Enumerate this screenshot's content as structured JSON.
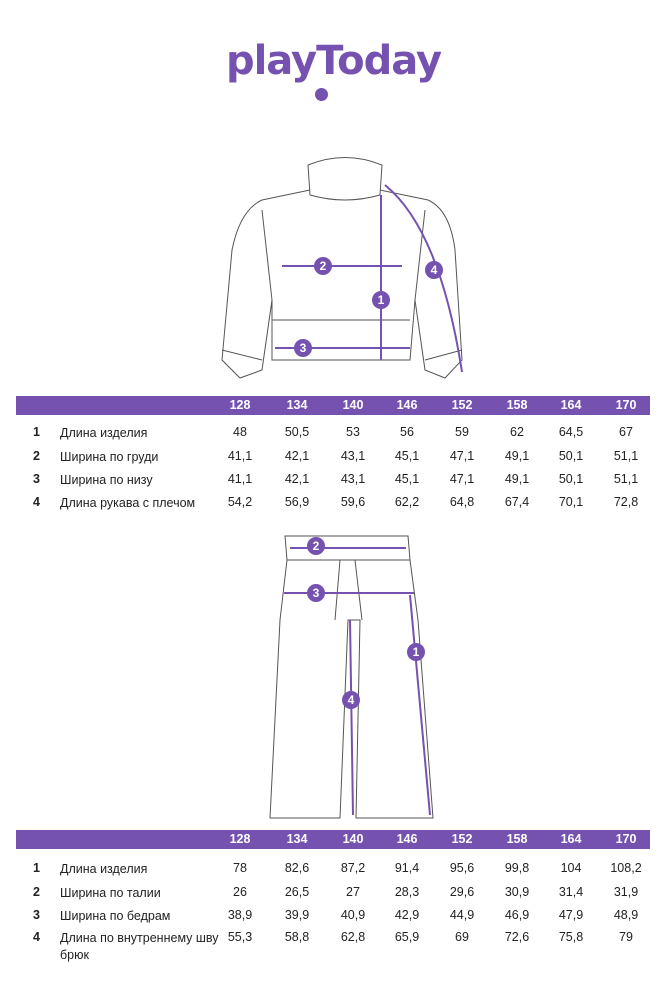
{
  "brand": {
    "logo_text": "playToday",
    "color": "#7552b0"
  },
  "markers": [
    "1",
    "2",
    "3",
    "4"
  ],
  "sizes": [
    "128",
    "134",
    "140",
    "146",
    "152",
    "158",
    "164",
    "170"
  ],
  "top_table": {
    "rows": [
      {
        "n": "1",
        "label": "Длина изделия",
        "values": [
          "48",
          "50,5",
          "53",
          "56",
          "59",
          "62",
          "64,5",
          "67"
        ]
      },
      {
        "n": "2",
        "label": "Ширина по груди",
        "values": [
          "41,1",
          "42,1",
          "43,1",
          "45,1",
          "47,1",
          "49,1",
          "50,1",
          "51,1"
        ]
      },
      {
        "n": "3",
        "label": "Ширина по низу",
        "values": [
          "41,1",
          "42,1",
          "43,1",
          "45,1",
          "47,1",
          "49,1",
          "50,1",
          "51,1"
        ]
      },
      {
        "n": "4",
        "label": "Длина рукава с плечом",
        "values": [
          "54,2",
          "56,9",
          "59,6",
          "62,2",
          "64,8",
          "67,4",
          "70,1",
          "72,8"
        ]
      }
    ]
  },
  "bottom_table": {
    "rows": [
      {
        "n": "1",
        "label": "Длина изделия",
        "values": [
          "78",
          "82,6",
          "87,2",
          "91,4",
          "95,6",
          "99,8",
          "104",
          "108,2"
        ]
      },
      {
        "n": "2",
        "label": "Ширина по талии",
        "values": [
          "26",
          "26,5",
          "27",
          "28,3",
          "29,6",
          "30,9",
          "31,4",
          "31,9"
        ]
      },
      {
        "n": "3",
        "label": "Ширина по бедрам",
        "values": [
          "38,9",
          "39,9",
          "40,9",
          "42,9",
          "44,9",
          "46,9",
          "47,9",
          "48,9"
        ]
      },
      {
        "n": "4",
        "label": "Длина по внутреннему шву брюк",
        "values": [
          "55,3",
          "58,8",
          "62,8",
          "65,9",
          "69",
          "72,6",
          "75,8",
          "79"
        ]
      }
    ]
  }
}
